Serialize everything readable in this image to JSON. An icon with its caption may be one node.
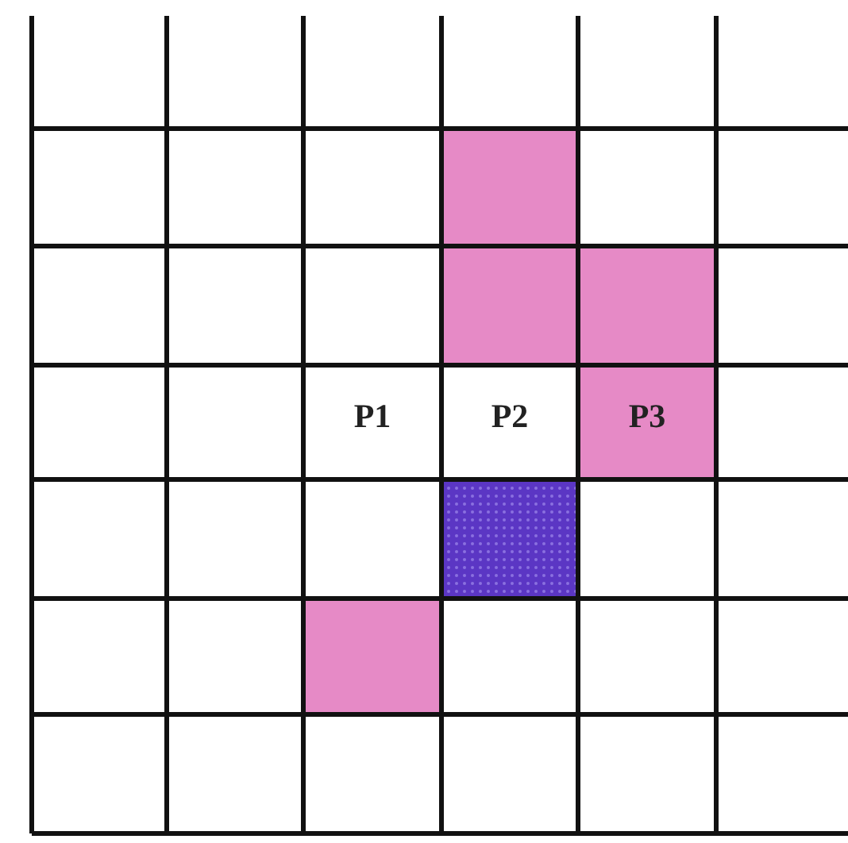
{
  "diagram": {
    "labels": [
      "P1",
      "P2",
      "P3"
    ]
  }
}
